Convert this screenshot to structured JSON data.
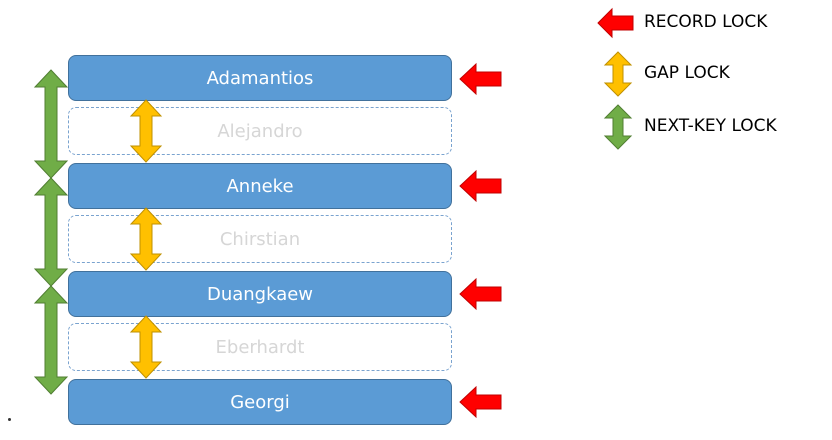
{
  "legend": {
    "record_lock": "RECORD LOCK",
    "gap_lock": "GAP LOCK",
    "next_key_lock": "NEXT-KEY LOCK"
  },
  "records": [
    "Adamantios",
    "Anneke",
    "Duangkaew",
    "Georgi"
  ],
  "gaps": [
    "Alejandro",
    "Chirstian",
    "Eberhardt"
  ],
  "colors": {
    "record_fill": "#5b9bd5",
    "record_border": "#41719c",
    "gap_text": "#d6d6d6",
    "record_lock": "#ff0000",
    "gap_lock": "#ffc000",
    "next_key_lock": "#70ad47"
  },
  "icons": {
    "record_lock": "left-arrow-icon",
    "gap_lock": "up-down-arrow-icon",
    "next_key_lock": "up-down-arrow-icon"
  }
}
